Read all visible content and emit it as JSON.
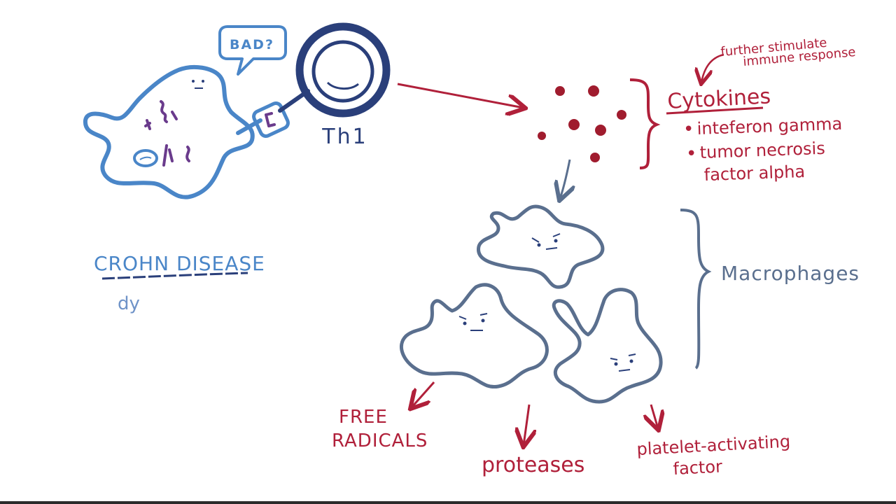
{
  "speech_bubble": {
    "text": "BAD?"
  },
  "th1": {
    "label": "Th1"
  },
  "cytokines": {
    "note_line1": "further stimulate",
    "note_line2": "immune response",
    "title": "Cytokines",
    "items": [
      {
        "bullet": "•",
        "line1": "inteferon gamma",
        "line2": ""
      },
      {
        "bullet": "•",
        "line1": "tumor necrosis",
        "line2": "factor alpha"
      }
    ]
  },
  "macrophages": {
    "label": "Macrophages"
  },
  "disease": {
    "title": "CROHN DISEASE",
    "sub": "dy"
  },
  "products": {
    "free_radicals_line1": "FREE",
    "free_radicals_line2": "RADICALS",
    "proteases": "proteases",
    "paf_line1": "platelet-activating",
    "paf_line2": "factor"
  },
  "colors": {
    "blue": "#4a86c8",
    "navy": "#2a3f7a",
    "slate": "#5a6f8e",
    "red": "#b0203a",
    "purple": "#6a3b8c"
  }
}
